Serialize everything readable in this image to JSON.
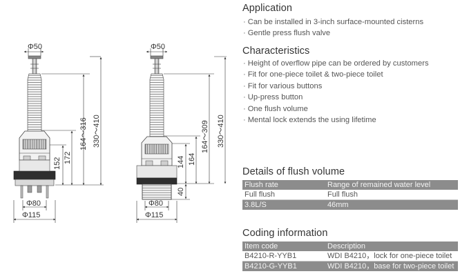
{
  "drawing": {
    "left_view": {
      "top_diameter": "Φ50",
      "mid_diameter": "Φ80",
      "base_diameter": "Φ115",
      "dim_152": "152",
      "dim_172": "172",
      "dim_164_316": "164～316",
      "dim_330_410": "330～410"
    },
    "right_view": {
      "top_diameter": "Φ50",
      "mid_diameter": "Φ80",
      "base_diameter": "Φ115",
      "dim_144": "144",
      "dim_164": "164",
      "dim_40": "40",
      "dim_164_309": "164～309",
      "dim_330_410": "330～410"
    }
  },
  "application": {
    "title": "Application",
    "items": [
      "Can be installed in 3-inch surface-mounted cisterns",
      "Gentle press flush valve"
    ]
  },
  "characteristics": {
    "title": "Characteristics",
    "items": [
      "Height of overflow pipe can be ordered by customers",
      "Fit for one-piece toilet & two-piece toilet",
      "Fit for various buttons",
      "Up-press button",
      "One flush volume",
      "Mental lock extends the using lifetime"
    ]
  },
  "flush_volume": {
    "title": "Details of flush volume",
    "header": [
      "Flush rate",
      "Range of remained water level"
    ],
    "rows": [
      [
        "Full flush",
        "Full flush"
      ],
      [
        "3.8L/S",
        "46mm"
      ]
    ]
  },
  "coding": {
    "title": "Coding information",
    "header": [
      "Item code",
      "Description"
    ],
    "rows": [
      [
        "B4210-R-YYB1",
        "WDI  B4210，lock for one-piece toilet"
      ],
      [
        "B4210-G-YYB1",
        "WDI  B4210，base for two-piece toilet"
      ]
    ]
  }
}
